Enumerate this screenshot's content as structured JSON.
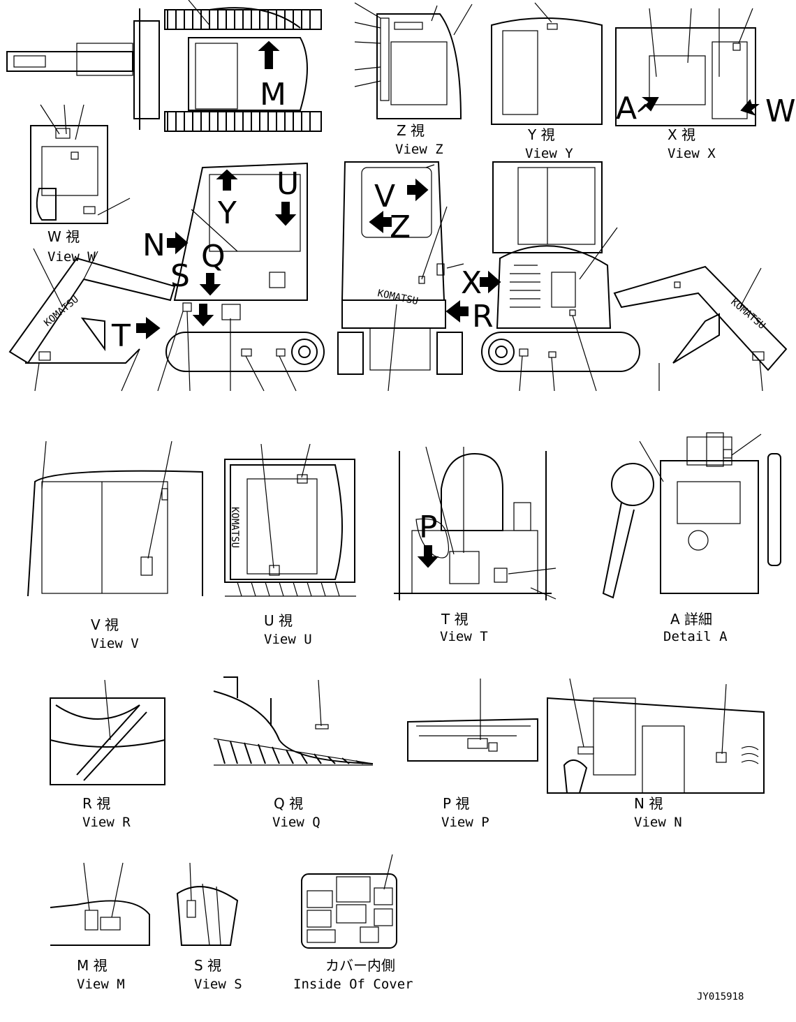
{
  "views": {
    "z": {
      "jp": "Z 視",
      "en": "View Z"
    },
    "y": {
      "jp": "Y 視",
      "en": "View Y"
    },
    "x": {
      "jp": "X 視",
      "en": "View X"
    },
    "w": {
      "jp": "W 視",
      "en": "View W"
    },
    "v": {
      "jp": "V 視",
      "en": "View V"
    },
    "u": {
      "jp": "U 視",
      "en": "View U"
    },
    "t": {
      "jp": "T 視",
      "en": "View T"
    },
    "a": {
      "jp": "A 詳細",
      "en": "Detail A"
    },
    "r": {
      "jp": "R 視",
      "en": "View R"
    },
    "q": {
      "jp": "Q 視",
      "en": "View Q"
    },
    "p": {
      "jp": "P 視",
      "en": "View P"
    },
    "n": {
      "jp": "N 視",
      "en": "View N"
    },
    "m": {
      "jp": "M 視",
      "en": "View M"
    },
    "s": {
      "jp": "S 視",
      "en": "View S"
    },
    "cover": {
      "jp": "カバー内側",
      "en": "Inside Of Cover"
    }
  },
  "view_markers": {
    "m": "M",
    "w": "W",
    "a": "A",
    "x": "X",
    "r": "R",
    "v": "V",
    "z": "Z",
    "y": "Y",
    "u": "U",
    "n": "N",
    "q": "Q",
    "s": "S",
    "t": "T",
    "p": "P"
  },
  "brand_text": "KOMATSU",
  "drawing_code": "JY015918"
}
